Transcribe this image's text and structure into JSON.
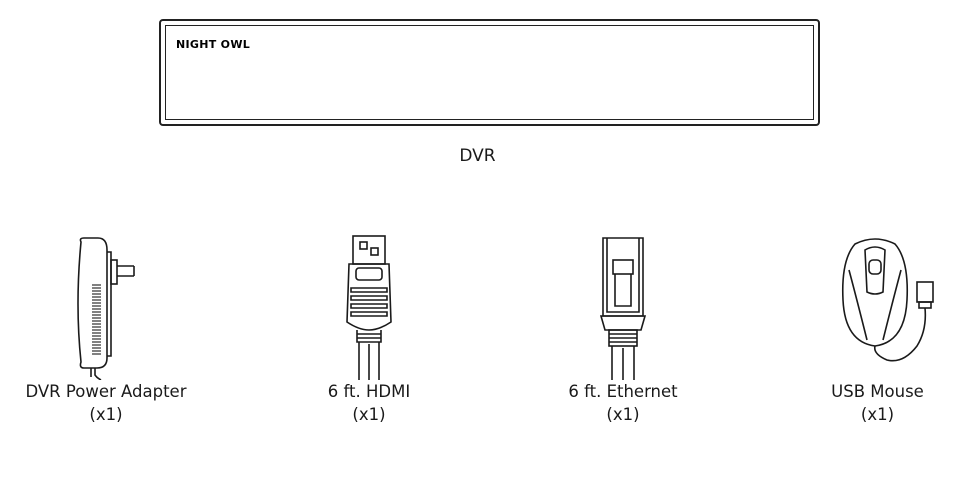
{
  "dvr": {
    "brand": "NIGHT OWL",
    "label": "DVR"
  },
  "accessories": [
    {
      "name": "DVR Power Adapter",
      "qty": "(x1)",
      "icon": "power-adapter-icon"
    },
    {
      "name": "6 ft. HDMI",
      "qty": "(x1)",
      "icon": "hdmi-cable-icon"
    },
    {
      "name": "6 ft. Ethernet",
      "qty": "(x1)",
      "icon": "ethernet-cable-icon"
    },
    {
      "name": "USB Mouse",
      "qty": "(x1)",
      "icon": "usb-mouse-icon"
    }
  ]
}
